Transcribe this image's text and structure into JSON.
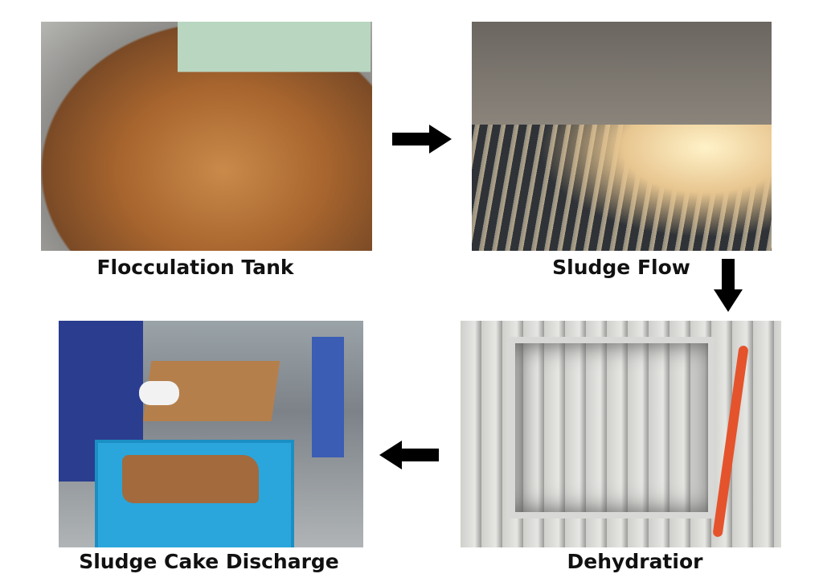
{
  "steps": [
    {
      "label": "Flocculation Tank",
      "photo": "flocculation-tank-photo"
    },
    {
      "label": "Sludge Flow",
      "photo": "sludge-flow-photo"
    },
    {
      "label": "Dehydratior",
      "photo": "dehydration-photo"
    },
    {
      "label": "Sludge Cake Discharge",
      "photo": "sludge-cake-discharge-photo"
    }
  ],
  "arrows": [
    "arrow-right-icon",
    "arrow-down-icon",
    "arrow-left-icon"
  ],
  "colors": {
    "arrow": "#000000",
    "text": "#111111"
  }
}
